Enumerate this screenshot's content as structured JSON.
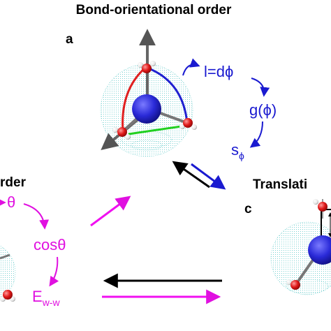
{
  "panel_a": {
    "title": "Bond-orientational order",
    "label": "a",
    "step1": "l=dϕ",
    "step2": "g(ϕ)",
    "step3_main": "s",
    "step3_sub": "ϕ"
  },
  "panel_b": {
    "title": "rder",
    "step1": "θ",
    "step2": "cosθ",
    "step3_main": "E",
    "step3_sub": "w-w"
  },
  "panel_c": {
    "title": "Translati",
    "label": "c"
  },
  "colors": {
    "panel_a_text": "#1a1ad0",
    "panel_b_text": "#e010e0",
    "arrow_blue": "#1a1ad0",
    "arrow_magenta": "#f010f0",
    "arrow_black": "#000000",
    "bond_red": "#e02020",
    "bond_blue": "#2020d0",
    "bond_green": "#20d020",
    "shell_dots": "#5cc8c8",
    "oxygen_central": "#2a2ad8",
    "oxygen_neighbor": "#e01818",
    "hydrogen": "#f0f0f0"
  },
  "icons": {
    "molecule_a": "water-tetrahedron-sphere-icon",
    "molecule_b": "water-sphere-partial-icon",
    "molecule_c": "water-sphere-partial-icon"
  }
}
